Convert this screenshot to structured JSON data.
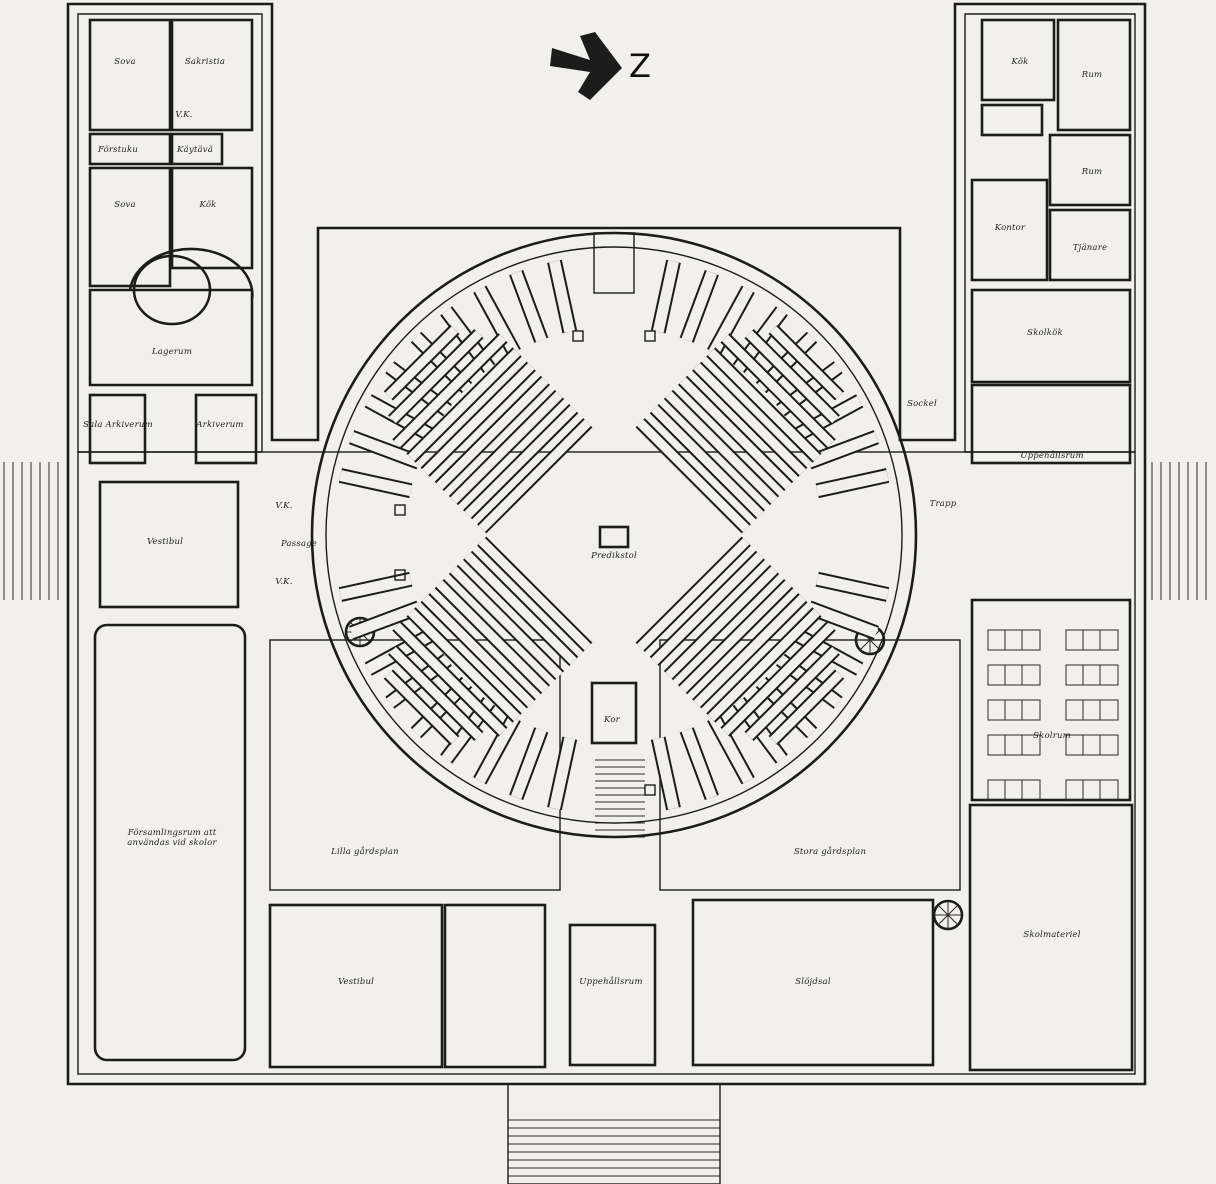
{
  "plan": {
    "north_label": "Z",
    "colors": {
      "ink": "#1c1c1c",
      "paper": "#f1f0ec"
    },
    "rooms": [
      {
        "id": "r1",
        "text": "Sova"
      },
      {
        "id": "r2",
        "text": "Sakristia"
      },
      {
        "id": "r3",
        "text": "V.K."
      },
      {
        "id": "r4",
        "text": "Förstuku"
      },
      {
        "id": "r5",
        "text": "Käytävä"
      },
      {
        "id": "r6",
        "text": "Sova"
      },
      {
        "id": "r7",
        "text": "Kök"
      },
      {
        "id": "r8",
        "text": "Lagerum"
      },
      {
        "id": "r9",
        "text": "Sala Arkiverum"
      },
      {
        "id": "r10",
        "text": "Arkiverum"
      },
      {
        "id": "r11",
        "text": "Vestibul"
      },
      {
        "id": "r12",
        "text": "Passage"
      },
      {
        "id": "r13",
        "text": "V.K."
      },
      {
        "id": "r14",
        "text": "V.K."
      },
      {
        "id": "r15",
        "text": "Församlingsrum att användas vid skolor"
      },
      {
        "id": "r16",
        "text": "Kök"
      },
      {
        "id": "r17",
        "text": "Rum"
      },
      {
        "id": "r18",
        "text": "Rum"
      },
      {
        "id": "r19",
        "text": "Kontor"
      },
      {
        "id": "r20",
        "text": "Tjänare"
      },
      {
        "id": "r21",
        "text": "Skolkök"
      },
      {
        "id": "r22",
        "text": "Sockel"
      },
      {
        "id": "r23",
        "text": "Uppehållsrum"
      },
      {
        "id": "r24",
        "text": "Trapp"
      },
      {
        "id": "r25",
        "text": "Predikstol"
      },
      {
        "id": "r26",
        "text": "Kor"
      },
      {
        "id": "r27",
        "text": "Lilla gårdsplan"
      },
      {
        "id": "r28",
        "text": "Stora gårdsplan"
      },
      {
        "id": "r29",
        "text": "Skolrum"
      },
      {
        "id": "r30",
        "text": "Vestibul"
      },
      {
        "id": "r31",
        "text": "Uppehållsrum"
      },
      {
        "id": "r32",
        "text": "Slöjdsal"
      },
      {
        "id": "r33",
        "text": "Skolmateriel"
      }
    ]
  }
}
